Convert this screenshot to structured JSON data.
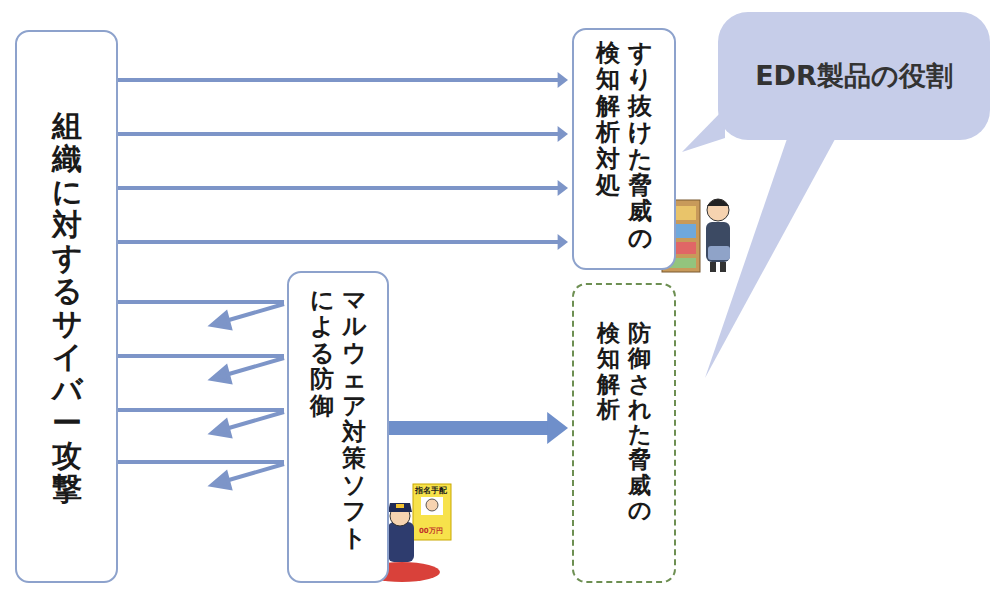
{
  "diagram": {
    "nodes": [
      {
        "text": [
          "組織に対するサイバー攻撃"
        ]
      },
      {
        "text": [
          "すり抜けた脅威の",
          "検知・解析・対処"
        ]
      },
      {
        "text": [
          "マルウェア対策ソフト",
          "による防御"
        ]
      },
      {
        "text": [
          "防御された脅威の",
          "検知・解析"
        ]
      },
      {
        "text": [
          "EDR製品の役割"
        ]
      }
    ],
    "edges": [
      {
        "from": 0,
        "to": 1,
        "arrow": "to"
      },
      {
        "from": 0,
        "to": 1,
        "arrow": "to"
      },
      {
        "from": 0,
        "to": 1,
        "arrow": "to"
      },
      {
        "from": 0,
        "to": 1,
        "arrow": "to"
      },
      {
        "from": 0,
        "to": 2,
        "arrow": "none"
      },
      {
        "from": 0,
        "to": 2,
        "arrow": "none"
      },
      {
        "from": 0,
        "to": 2,
        "arrow": "none"
      },
      {
        "from": 0,
        "to": 2,
        "arrow": "none"
      },
      {
        "from": 2,
        "to": 3,
        "arrow": "to"
      }
    ],
    "labels": [
      "指名手配",
      "00万円"
    ]
  }
}
